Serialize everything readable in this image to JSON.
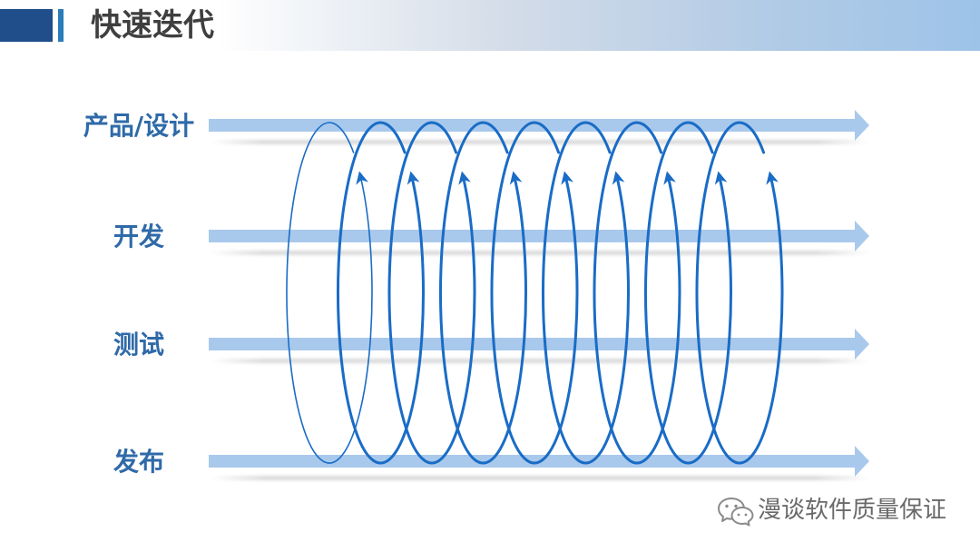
{
  "header": {
    "title": "快速迭代"
  },
  "stages": [
    {
      "label": "产品/设计"
    },
    {
      "label": "开发"
    },
    {
      "label": "测试"
    },
    {
      "label": "发布"
    }
  ],
  "watermark": {
    "icon": "wechat-icon",
    "text": "漫谈软件质量保证"
  },
  "colors": {
    "header_block": "#1f4e8a",
    "header_accent": "#2a7db8",
    "title_text": "#3f3f3f",
    "stage_label": "#2f6aa8",
    "arrow": "#a9c9ec",
    "spiral": "#1a6cc6",
    "watermark": "#6a6a6a"
  }
}
